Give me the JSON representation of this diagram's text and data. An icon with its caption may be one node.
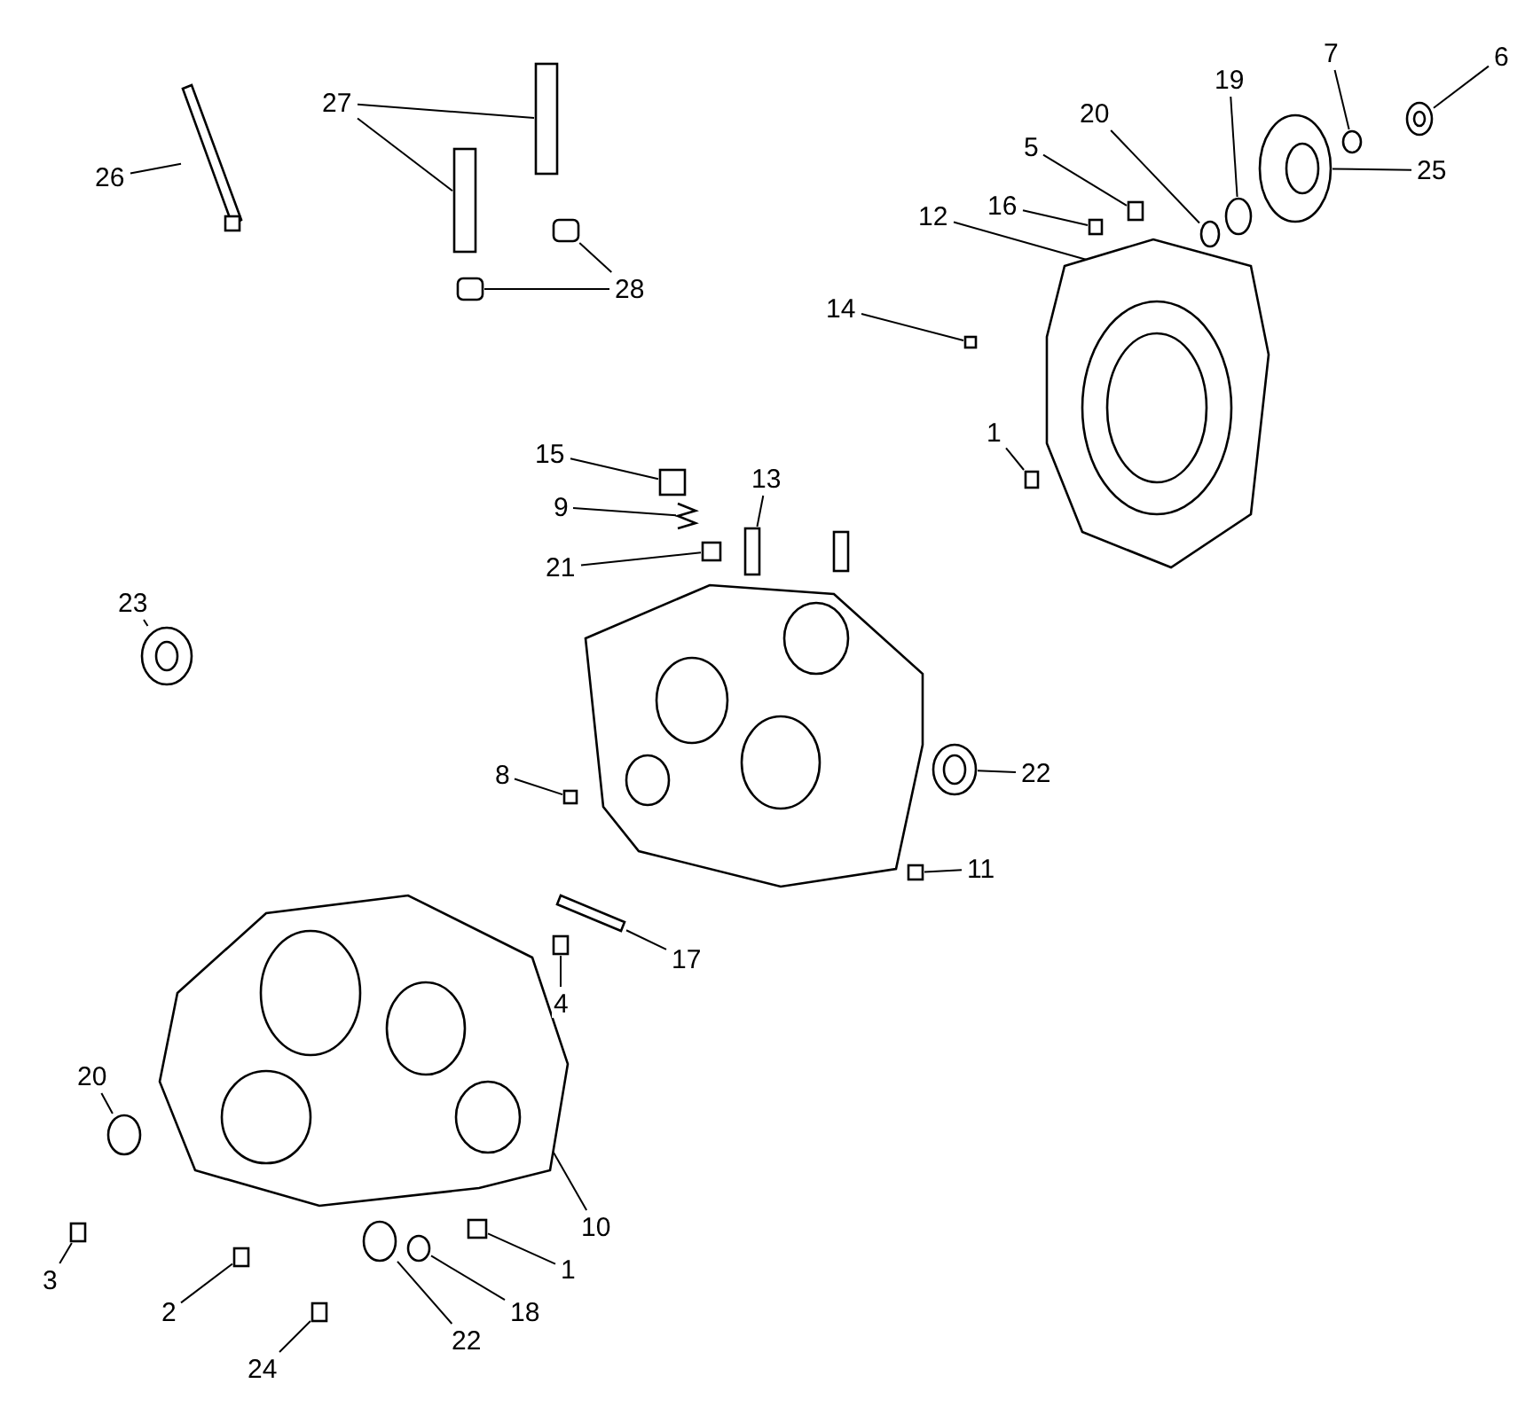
{
  "diagram": {
    "nodes": [
      {
        "text": [
          "26"
        ]
      },
      {
        "text": [
          "27"
        ]
      },
      {
        "text": [
          "7"
        ]
      },
      {
        "text": [
          "6"
        ]
      },
      {
        "text": [
          "19"
        ]
      },
      {
        "text": [
          "20"
        ]
      },
      {
        "text": [
          "5"
        ]
      },
      {
        "text": [
          "25"
        ]
      },
      {
        "text": [
          "12"
        ]
      },
      {
        "text": [
          "16"
        ]
      },
      {
        "text": [
          "28"
        ]
      },
      {
        "text": [
          "14"
        ]
      },
      {
        "text": [
          "1"
        ]
      },
      {
        "text": [
          "15"
        ]
      },
      {
        "text": [
          "13"
        ]
      },
      {
        "text": [
          "9"
        ]
      },
      {
        "text": [
          "21"
        ]
      },
      {
        "text": [
          "23"
        ]
      },
      {
        "text": [
          "22"
        ]
      },
      {
        "text": [
          "8"
        ]
      },
      {
        "text": [
          "11"
        ]
      },
      {
        "text": [
          "17"
        ]
      },
      {
        "text": [
          "4"
        ]
      },
      {
        "text": [
          "20"
        ]
      },
      {
        "text": [
          "10"
        ]
      },
      {
        "text": [
          "1"
        ]
      },
      {
        "text": [
          "3"
        ]
      },
      {
        "text": [
          "2"
        ]
      },
      {
        "text": [
          "18"
        ]
      },
      {
        "text": [
          "22"
        ]
      },
      {
        "text": [
          "24"
        ]
      },
      {
        "text": [],
        "shape": "picture"
      },
      {
        "text": [],
        "shape": "box"
      },
      {
        "text": [],
        "shape": "box"
      },
      {
        "text": [],
        "shape": "box"
      },
      {
        "text": [],
        "shape": "box"
      },
      {
        "text": [],
        "shape": "circle"
      },
      {
        "text": [],
        "shape": "picture"
      },
      {
        "text": [],
        "shape": "circle"
      },
      {
        "text": [],
        "shape": "circle"
      },
      {
        "text": [],
        "shape": "box"
      },
      {
        "text": [],
        "shape": "picture"
      },
      {
        "text": [],
        "shape": "picture"
      },
      {
        "text": [],
        "shape": "box"
      },
      {
        "text": [],
        "shape": "box"
      },
      {
        "text": [],
        "shape": "box"
      },
      {
        "text": [],
        "shape": "box"
      },
      {
        "text": [],
        "shape": "picture"
      },
      {
        "text": [],
        "shape": "box"
      },
      {
        "text": [],
        "shape": "box"
      },
      {
        "text": [],
        "shape": "picture"
      },
      {
        "text": [],
        "shape": "picture"
      },
      {
        "text": [],
        "shape": "box"
      },
      {
        "text": [],
        "shape": "box"
      },
      {
        "text": [],
        "shape": "bar"
      },
      {
        "text": [],
        "shape": "box"
      },
      {
        "text": [],
        "shape": "circle"
      },
      {
        "text": [],
        "shape": "picture"
      },
      {
        "text": [],
        "shape": "box"
      },
      {
        "text": [],
        "shape": "box"
      },
      {
        "text": [],
        "shape": "box"
      },
      {
        "text": [],
        "shape": "circle"
      },
      {
        "text": [],
        "shape": "circle"
      },
      {
        "text": [],
        "shape": "box"
      }
    ],
    "edges": [
      {
        "from": 0,
        "to": 31,
        "arrow": "none"
      },
      {
        "from": 1,
        "to": 32,
        "arrow": "none"
      },
      {
        "from": 1,
        "to": 33,
        "arrow": "none"
      },
      {
        "from": 2,
        "to": 36,
        "arrow": "none"
      },
      {
        "from": 3,
        "to": 37,
        "arrow": "none"
      },
      {
        "from": 4,
        "to": 38,
        "arrow": "none"
      },
      {
        "from": 5,
        "to": 39,
        "arrow": "none"
      },
      {
        "from": 6,
        "to": 40,
        "arrow": "none"
      },
      {
        "from": 7,
        "to": 41,
        "arrow": "none"
      },
      {
        "from": 8,
        "to": 42,
        "arrow": "none"
      },
      {
        "from": 9,
        "to": 43,
        "arrow": "none"
      },
      {
        "from": 10,
        "to": 34,
        "arrow": "none"
      },
      {
        "from": 10,
        "to": 35,
        "arrow": "none"
      },
      {
        "from": 11,
        "to": 44,
        "arrow": "none"
      },
      {
        "from": 12,
        "to": 45,
        "arrow": "none"
      },
      {
        "from": 13,
        "to": 46,
        "arrow": "none"
      },
      {
        "from": 14,
        "to": 48,
        "arrow": "none"
      },
      {
        "from": 15,
        "to": 47,
        "arrow": "none"
      },
      {
        "from": 16,
        "to": 49,
        "arrow": "none"
      },
      {
        "from": 17,
        "to": 50,
        "arrow": "none"
      },
      {
        "from": 18,
        "to": 51,
        "arrow": "none"
      },
      {
        "from": 19,
        "to": 52,
        "arrow": "none"
      },
      {
        "from": 20,
        "to": 53,
        "arrow": "none"
      },
      {
        "from": 21,
        "to": 54,
        "arrow": "none"
      },
      {
        "from": 22,
        "to": 55,
        "arrow": "none"
      },
      {
        "from": 23,
        "to": 56,
        "arrow": "none"
      },
      {
        "from": 24,
        "to": 57,
        "arrow": "none"
      },
      {
        "from": 25,
        "to": 58,
        "arrow": "none"
      },
      {
        "from": 26,
        "to": 59,
        "arrow": "none"
      },
      {
        "from": 27,
        "to": 60,
        "arrow": "none"
      },
      {
        "from": 28,
        "to": 61,
        "arrow": "none"
      },
      {
        "from": 29,
        "to": 62,
        "arrow": "none"
      },
      {
        "from": 30,
        "to": 63,
        "arrow": "none"
      }
    ]
  }
}
